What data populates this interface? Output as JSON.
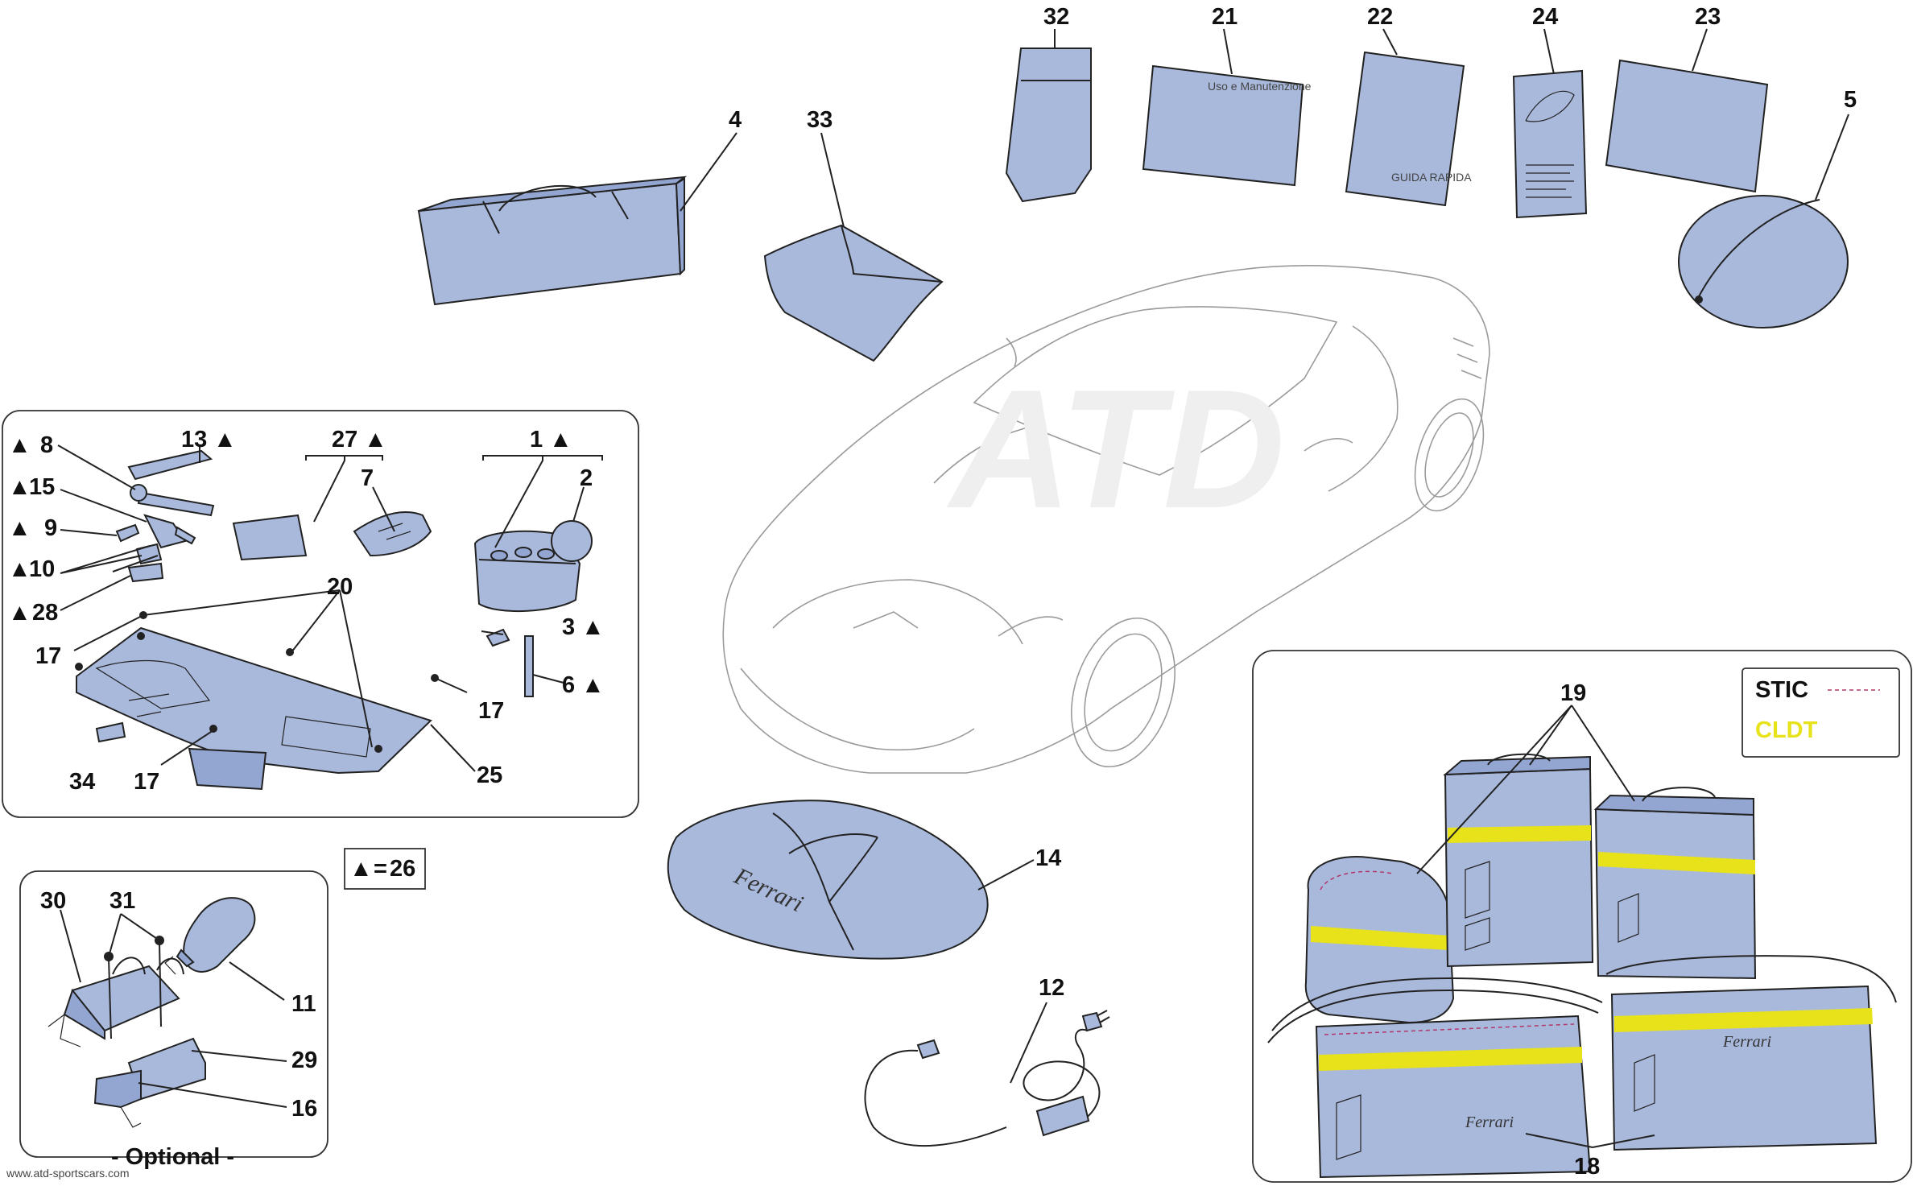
{
  "labels": {
    "l32": "32",
    "l21": "21",
    "l22": "22",
    "l24": "24",
    "l23": "23",
    "l4": "4",
    "l33": "33",
    "l5": "5",
    "l8": "8",
    "l13": "13",
    "l27": "27",
    "l1": "1",
    "l2": "2",
    "l7": "7",
    "l15": "15",
    "l9": "9",
    "l10": "10",
    "l28": "28",
    "l20": "20",
    "l17a": "17",
    "l3": "3",
    "l6": "6",
    "l17b": "17",
    "l34": "34",
    "l17c": "17",
    "l25": "25",
    "l30": "30",
    "l31": "31",
    "l11": "11",
    "l29": "29",
    "l16": "16",
    "l14": "14",
    "l12": "12",
    "l19": "19",
    "l18": "18"
  },
  "triangle": "▲",
  "legend_tri": {
    "eq": "=",
    "value": "26"
  },
  "optional_label": "- Optional -",
  "legend_variants": {
    "stic": "STIC",
    "cldt": "CLDT"
  },
  "manual_text": {
    "m21": "Uso e Manutenzione",
    "m22": "GUIDA RAPIDA"
  },
  "bag_brand": "Ferrari",
  "watermark_url": "www.atd-sportscars.com",
  "colors": {
    "part_fill": "#a9b9dc",
    "stic_line": "#b0386a",
    "cldt_band": "#e7e21a"
  }
}
